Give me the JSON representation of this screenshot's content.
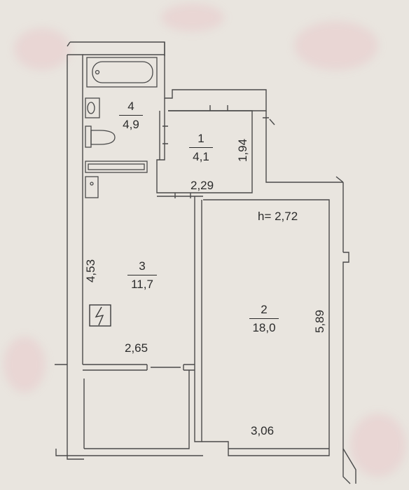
{
  "rooms": [
    {
      "number": "1",
      "area": "4,1"
    },
    {
      "number": "2",
      "area": "18,0"
    },
    {
      "number": "3",
      "area": "11,7"
    },
    {
      "number": "4",
      "area": "4,9"
    }
  ],
  "dimensions": {
    "room1_height": "1,94",
    "room1_width": "2,29",
    "room2_height": "5,89",
    "room2_width": "3,06",
    "room3_height": "4,53",
    "room3_width": "2,65",
    "ceiling": "h= 2,72"
  },
  "colors": {
    "paper": "#e9e5df",
    "ink": "#4a4a4a",
    "stain": "#eb96a5"
  },
  "icons": [
    "bathtub-icon",
    "sink-icon",
    "toilet-icon",
    "stove-icon",
    "countertop-icon",
    "electrical-panel-icon"
  ]
}
